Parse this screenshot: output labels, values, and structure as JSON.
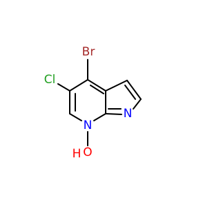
{
  "molecule": {
    "atoms": {
      "br": {
        "symbol": "Br",
        "color": "#a52a2a"
      },
      "cl": {
        "symbol": "Cl",
        "color": "#22a022"
      },
      "n_pyrrole": {
        "symbol": "N",
        "color": "#0000ff"
      },
      "n_pyridine": {
        "symbol": "N",
        "color": "#0000ff"
      },
      "o": {
        "symbol": "O",
        "color": "#ff0000"
      },
      "h": {
        "symbol": "H",
        "color": "#ff0000"
      }
    },
    "bond_color": "#000000"
  }
}
